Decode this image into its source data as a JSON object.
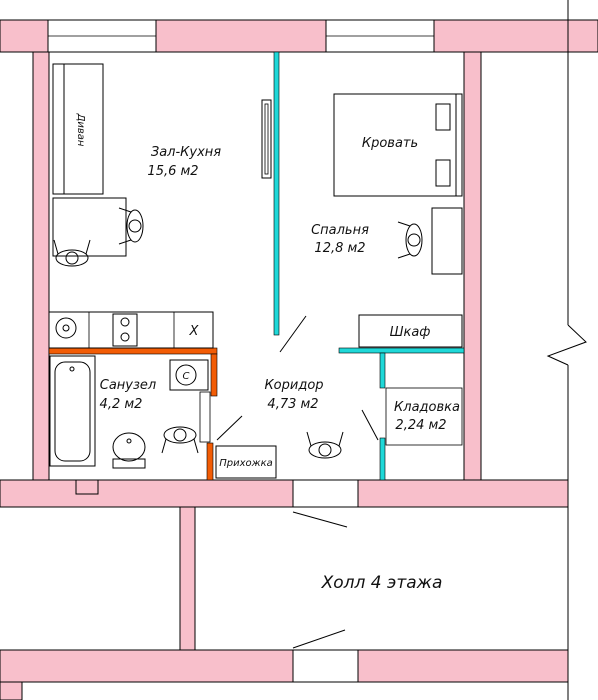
{
  "rooms": {
    "zal_kuhnya": {
      "name": "Зал-Кухня",
      "area": "15,6 м2"
    },
    "spalnya": {
      "name": "Спальня",
      "area": "12,8 м2"
    },
    "sanuzel": {
      "name": "Санузел",
      "area": "4,2 м2"
    },
    "koridor": {
      "name": "Коридор",
      "area": "4,73 м2"
    },
    "kladovka": {
      "name": "Кладовка",
      "area": "2,24 м2"
    },
    "holl": {
      "name": "Холл 4 этажа"
    }
  },
  "furniture": {
    "divan": "Диван",
    "krovat": "Кровать",
    "shkaf": "Шкаф",
    "prihozhka": "Прихожка",
    "stove_mark": "X",
    "boiler_mark": "С"
  },
  "colors": {
    "wall": "#f8bfcb",
    "partition": "#1fd8d8",
    "sanuzel_wall": "#f25c05"
  }
}
